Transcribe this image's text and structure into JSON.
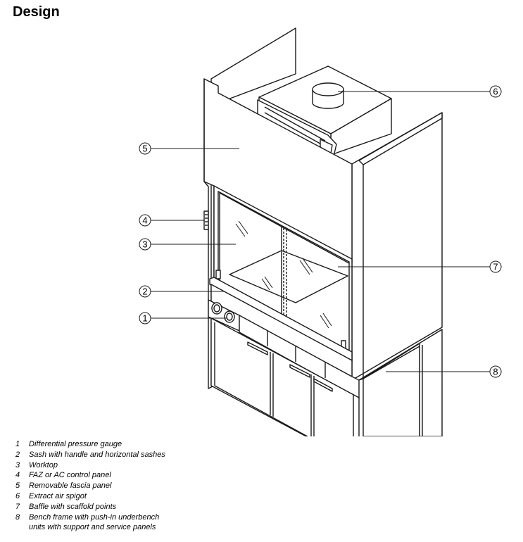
{
  "title": "Design",
  "callouts": [
    {
      "number": "1"
    },
    {
      "number": "2"
    },
    {
      "number": "3"
    },
    {
      "number": "4"
    },
    {
      "number": "5"
    },
    {
      "number": "6"
    },
    {
      "number": "7"
    },
    {
      "number": "8"
    }
  ],
  "legend": [
    {
      "number": "1",
      "text": "Differential pressure gauge"
    },
    {
      "number": "2",
      "text": "Sash with handle and horizontal sashes"
    },
    {
      "number": "3",
      "text": "Worktop"
    },
    {
      "number": "4",
      "text": "FAZ or AC control panel"
    },
    {
      "number": "5",
      "text": "Removable fascia panel"
    },
    {
      "number": "6",
      "text": "Extract air spigot"
    },
    {
      "number": "7",
      "text": "Baffle with scaffold points"
    },
    {
      "number": "8",
      "text": "Bench frame with push-in underbench\nunits with support and service panels"
    }
  ]
}
